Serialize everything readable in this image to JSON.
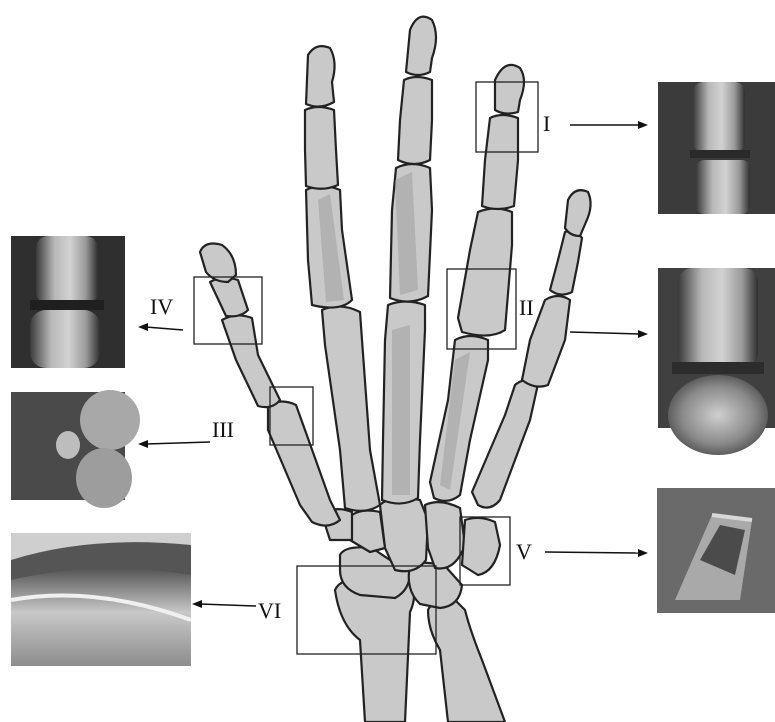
{
  "regions": [
    {
      "id": "I",
      "label": "I"
    },
    {
      "id": "II",
      "label": "II"
    },
    {
      "id": "III",
      "label": "III"
    },
    {
      "id": "IV",
      "label": "IV"
    },
    {
      "id": "V",
      "label": "V"
    },
    {
      "id": "VI",
      "label": "VI"
    }
  ],
  "colors": {
    "bone_fill": "#c9c9c9",
    "bone_shade": "#9e9e9e",
    "outline": "#222222",
    "xray_dark": "#2b2b2b",
    "xray_light": "#bdbdbd"
  }
}
